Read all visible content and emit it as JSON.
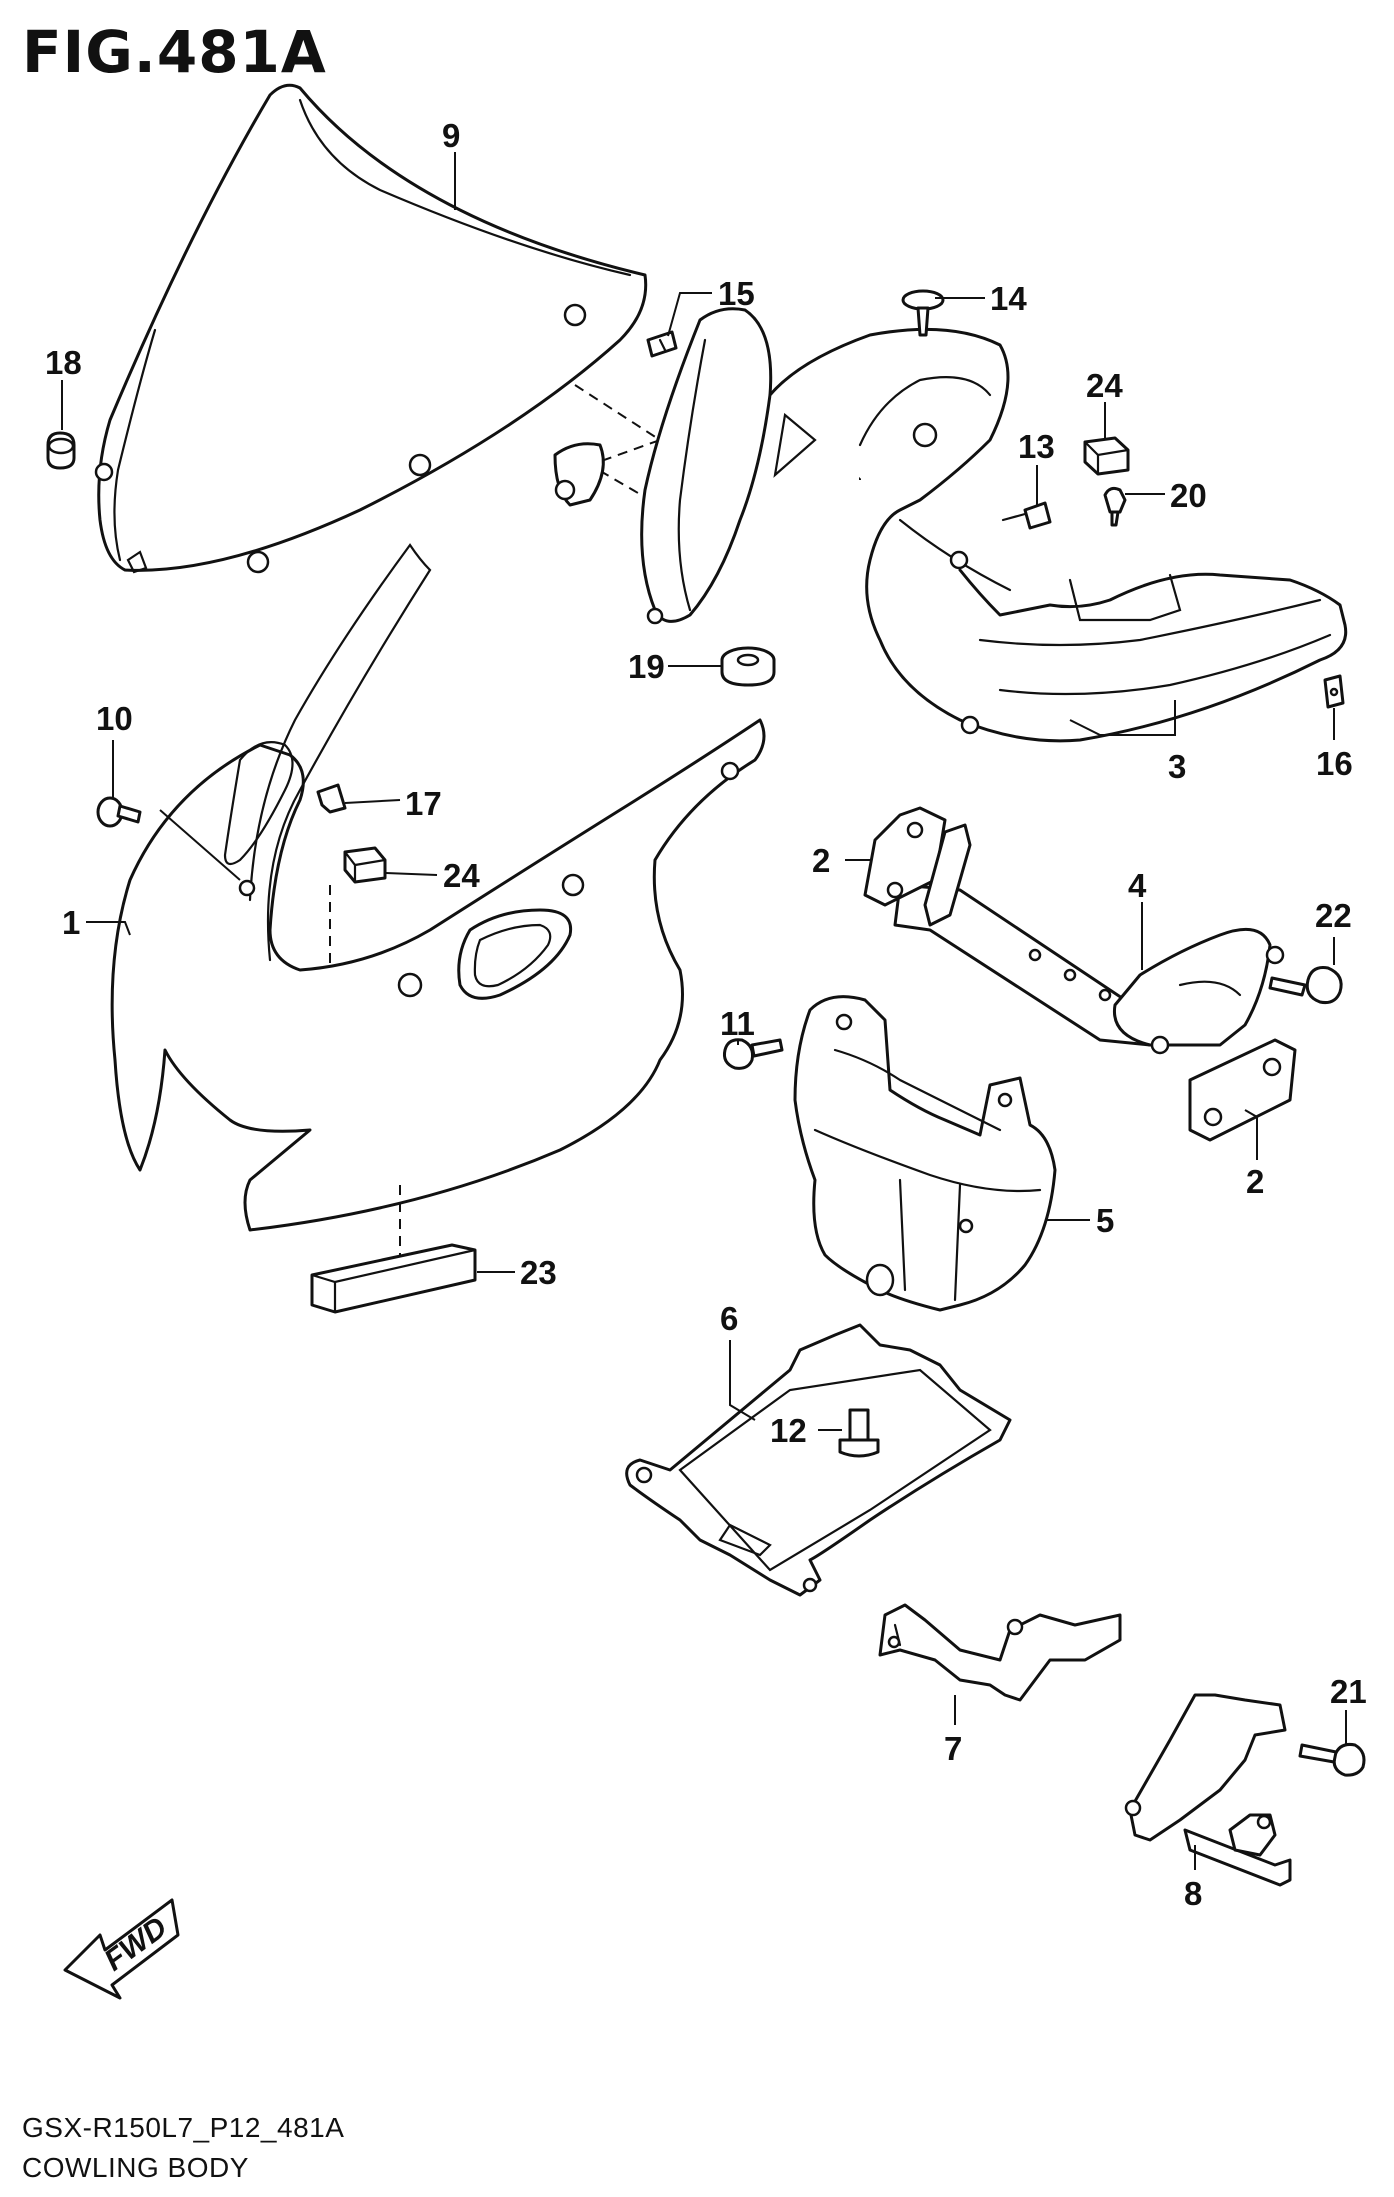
{
  "figure": {
    "title": "FIG.481A",
    "model_code": "GSX-R150L7_P12_481A",
    "section_name": "COWLING BODY",
    "fwd_label": "FWD"
  },
  "callouts": [
    {
      "id": "c9",
      "text": "9"
    },
    {
      "id": "c15",
      "text": "15"
    },
    {
      "id": "c14",
      "text": "14"
    },
    {
      "id": "c18",
      "text": "18"
    },
    {
      "id": "c24a",
      "text": "24"
    },
    {
      "id": "c13",
      "text": "13"
    },
    {
      "id": "c20",
      "text": "20"
    },
    {
      "id": "c19",
      "text": "19"
    },
    {
      "id": "c3",
      "text": "3"
    },
    {
      "id": "c16",
      "text": "16"
    },
    {
      "id": "c10",
      "text": "10"
    },
    {
      "id": "c17",
      "text": "17"
    },
    {
      "id": "c24b",
      "text": "24"
    },
    {
      "id": "c1",
      "text": "1"
    },
    {
      "id": "c2a",
      "text": "2"
    },
    {
      "id": "c4",
      "text": "4"
    },
    {
      "id": "c22",
      "text": "22"
    },
    {
      "id": "c11",
      "text": "11"
    },
    {
      "id": "c2b",
      "text": "2"
    },
    {
      "id": "c5",
      "text": "5"
    },
    {
      "id": "c23",
      "text": "23"
    },
    {
      "id": "c6",
      "text": "6"
    },
    {
      "id": "c12",
      "text": "12"
    },
    {
      "id": "c7",
      "text": "7"
    },
    {
      "id": "c21",
      "text": "21"
    },
    {
      "id": "c8",
      "text": "8"
    }
  ]
}
